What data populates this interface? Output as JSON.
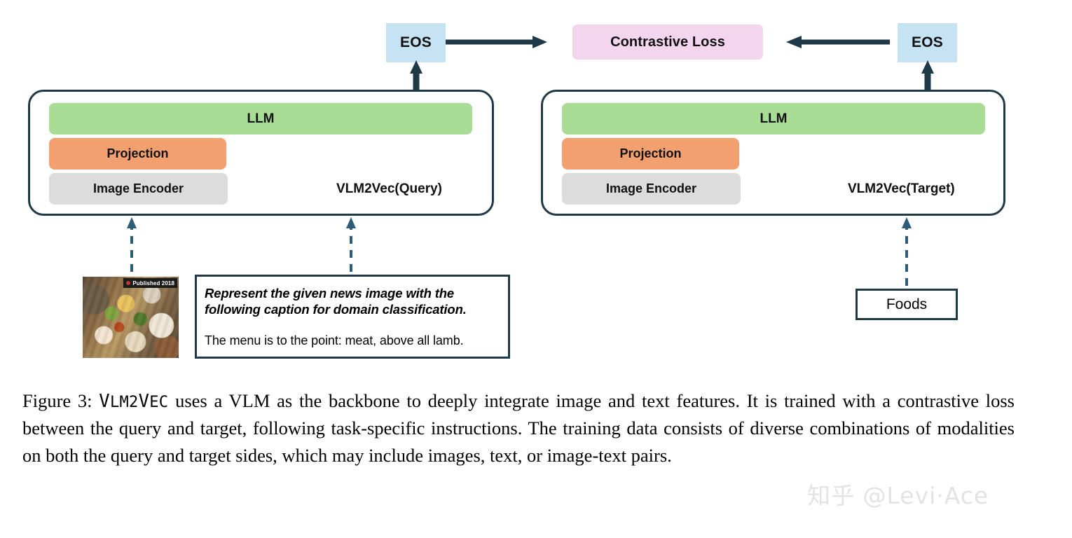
{
  "figure": {
    "eos_left_label": "EOS",
    "eos_right_label": "EOS",
    "contrastive_loss_label": "Contrastive Loss",
    "query_model": {
      "llm_label": "LLM",
      "projection_label": "Projection",
      "image_encoder_label": "Image Encoder",
      "name_label": "VLM2Vec(Query)"
    },
    "target_model": {
      "llm_label": "LLM",
      "projection_label": "Projection",
      "image_encoder_label": "Image Encoder",
      "name_label": "VLM2Vec(Target)"
    },
    "query_inputs": {
      "image_badge_label": "Published 2018",
      "instruction_text": "Represent the given news image with the following caption for domain classification.",
      "caption_text": "The menu is to the point: meat, above all lamb."
    },
    "target_inputs": {
      "text_label": "Foods"
    }
  },
  "caption": {
    "prefix": "Figure 3:",
    "model_name_first": "V",
    "model_name_rest": "LM2",
    "model_name_v2": "V",
    "model_name_tail": "EC",
    "body": " uses a VLM as the backbone to deeply integrate image and text features.  It is trained with a contrastive loss between the query and target, following task-specific instructions.  The training data consists of diverse combinations of modalities on both the query and target sides, which may include images, text, or image-text pairs."
  },
  "watermark": {
    "text": "知乎 @Levi·Ace"
  },
  "colors": {
    "llm_green": "#a9dc95",
    "projection_orange": "#f3a071",
    "encoder_gray": "#dcdcdc",
    "eos_blue": "#c5e3f3",
    "loss_pink": "#f4d5ee",
    "outline_navy": "#1f3947",
    "dashed_arrow_blue": "#2e5c78"
  }
}
